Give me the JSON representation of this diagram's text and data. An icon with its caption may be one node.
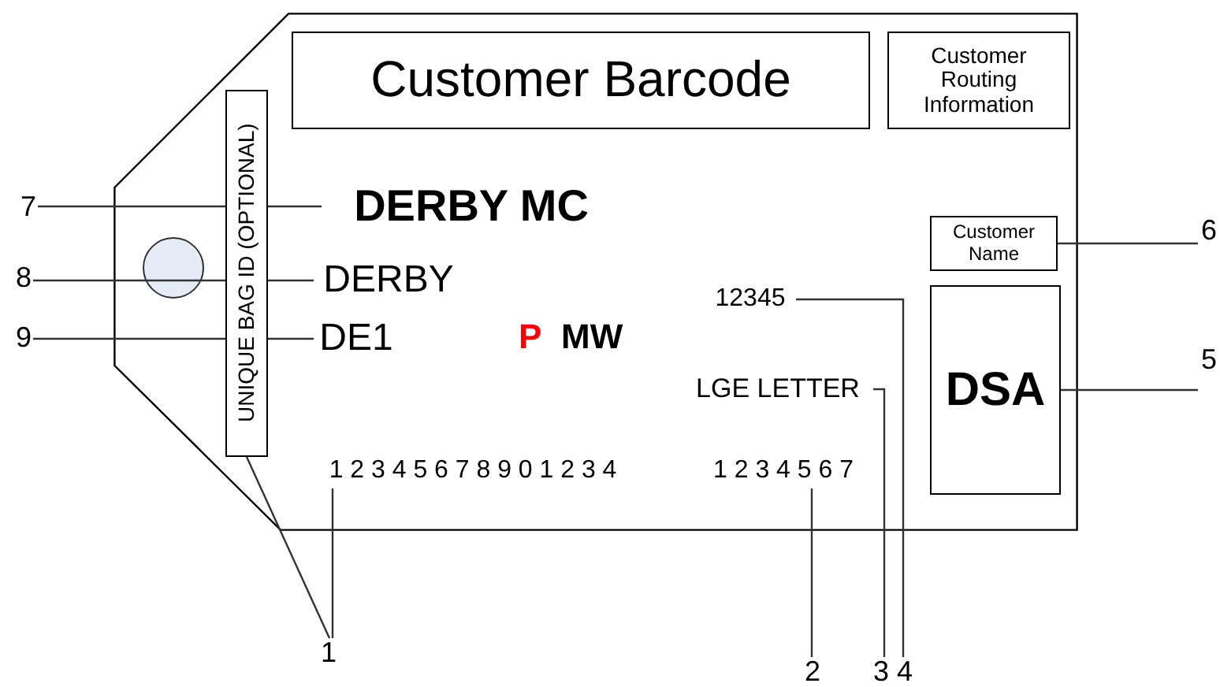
{
  "diagram": {
    "nodes": [
      {
        "text": [],
        "shape": "box"
      },
      {
        "text": [
          "Customer Barcode"
        ],
        "in": 0
      },
      {
        "text": [
          "Customer Routing Information"
        ],
        "in": 0
      },
      {
        "text": [
          "UNIQUE BAG ID (OPTIONAL)"
        ],
        "in": 0
      },
      {
        "text": [
          "7"
        ]
      },
      {
        "text": [
          "DERBY MC"
        ],
        "in": 0
      },
      {
        "text": [
          "Customer Name"
        ],
        "in": 0
      },
      {
        "text": [
          "6"
        ]
      },
      {
        "text": [
          "8"
        ]
      },
      {
        "text": [
          "DERBY"
        ],
        "in": 0
      },
      {
        "text": [
          "12345"
        ],
        "in": 0
      },
      {
        "text": [
          "DSA"
        ],
        "in": 0
      },
      {
        "text": [
          "5"
        ]
      },
      {
        "text": [
          "9"
        ]
      },
      {
        "text": [
          "DE1"
        ],
        "in": 0
      },
      {
        "text": [
          "LGE LETTER"
        ],
        "in": 0
      },
      {
        "text": [
          "1 2 3 4 5 6 7 8 9 0 1 2 3 4"
        ],
        "in": 0
      },
      {
        "text": [
          "1 2 3 4 5 6 7"
        ],
        "in": 0
      },
      {
        "text": [
          "1"
        ]
      },
      {
        "text": [
          "2"
        ]
      },
      {
        "text": [
          "3"
        ]
      },
      {
        "text": [
          "4"
        ]
      }
    ],
    "edges": [
      {
        "from": 4,
        "to": 5,
        "arrow": "none"
      },
      {
        "from": 7,
        "to": 6,
        "arrow": "none"
      },
      {
        "from": 8,
        "to": 9,
        "arrow": "none"
      },
      {
        "from": 12,
        "to": 11,
        "arrow": "none"
      },
      {
        "from": 13,
        "to": 14,
        "arrow": "none"
      },
      {
        "from": 18,
        "to": 16,
        "arrow": "none"
      },
      {
        "from": 18,
        "to": 3,
        "arrow": "none"
      },
      {
        "from": 19,
        "to": 17,
        "arrow": "none"
      },
      {
        "from": 20,
        "to": 15,
        "arrow": "none"
      },
      {
        "from": 21,
        "to": 10,
        "arrow": "none"
      }
    ],
    "labels": [
      "P",
      "MW"
    ]
  }
}
